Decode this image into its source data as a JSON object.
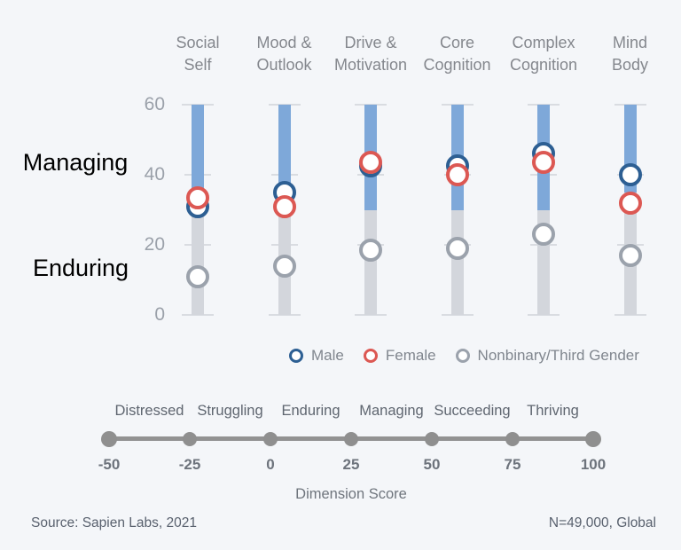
{
  "chart_data": {
    "type": "scatter",
    "title": "",
    "description": "Dot-strip chart of MHQ dimension scores by gender. Each dimension column is a vertical range bar (gray = Enduring zone, blue = Managing zone) with ring markers for each gender group.",
    "categories": [
      "Social\nSelf",
      "Mood &\nOutlook",
      "Drive &\nMotivation",
      "Core\nCognition",
      "Complex\nCognition",
      "Mind\nBody"
    ],
    "series": [
      {
        "name": "Male",
        "color": "#2d5f93",
        "values": [
          31,
          35,
          42.5,
          42.5,
          46,
          40
        ]
      },
      {
        "name": "Female",
        "color": "#dc5853",
        "values": [
          33.5,
          31,
          43.5,
          40,
          43.5,
          32
        ]
      },
      {
        "name": "Nonbinary/Third Gender",
        "color": "#9ba2ac",
        "values": [
          11,
          14,
          18.5,
          19,
          23,
          17
        ]
      }
    ],
    "ylim": [
      0,
      60
    ],
    "yticks": [
      0,
      20,
      40,
      60
    ],
    "grid": false,
    "legend_position": "bottom",
    "range_bars": {
      "upper_color": "#7ea8d9",
      "lower_color": "#d3d6dc",
      "split_values": [
        30,
        30,
        30,
        30,
        30,
        35
      ]
    },
    "y_zone_labels": [
      {
        "label": "Managing",
        "color": "#7ba7d7"
      },
      {
        "label": "Enduring",
        "color": "#a9b1bd"
      }
    ]
  },
  "score_scale": {
    "ticks": [
      -50,
      -25,
      0,
      25,
      50,
      75,
      100
    ],
    "zones": [
      "Distressed",
      "Struggling",
      "Enduring",
      "Managing",
      "Succeeding",
      "Thriving"
    ],
    "axis_label": "Dimension Score"
  },
  "footer": {
    "source": "Source: Sapien Labs, 2021",
    "sample": "N=49,000, Global"
  }
}
